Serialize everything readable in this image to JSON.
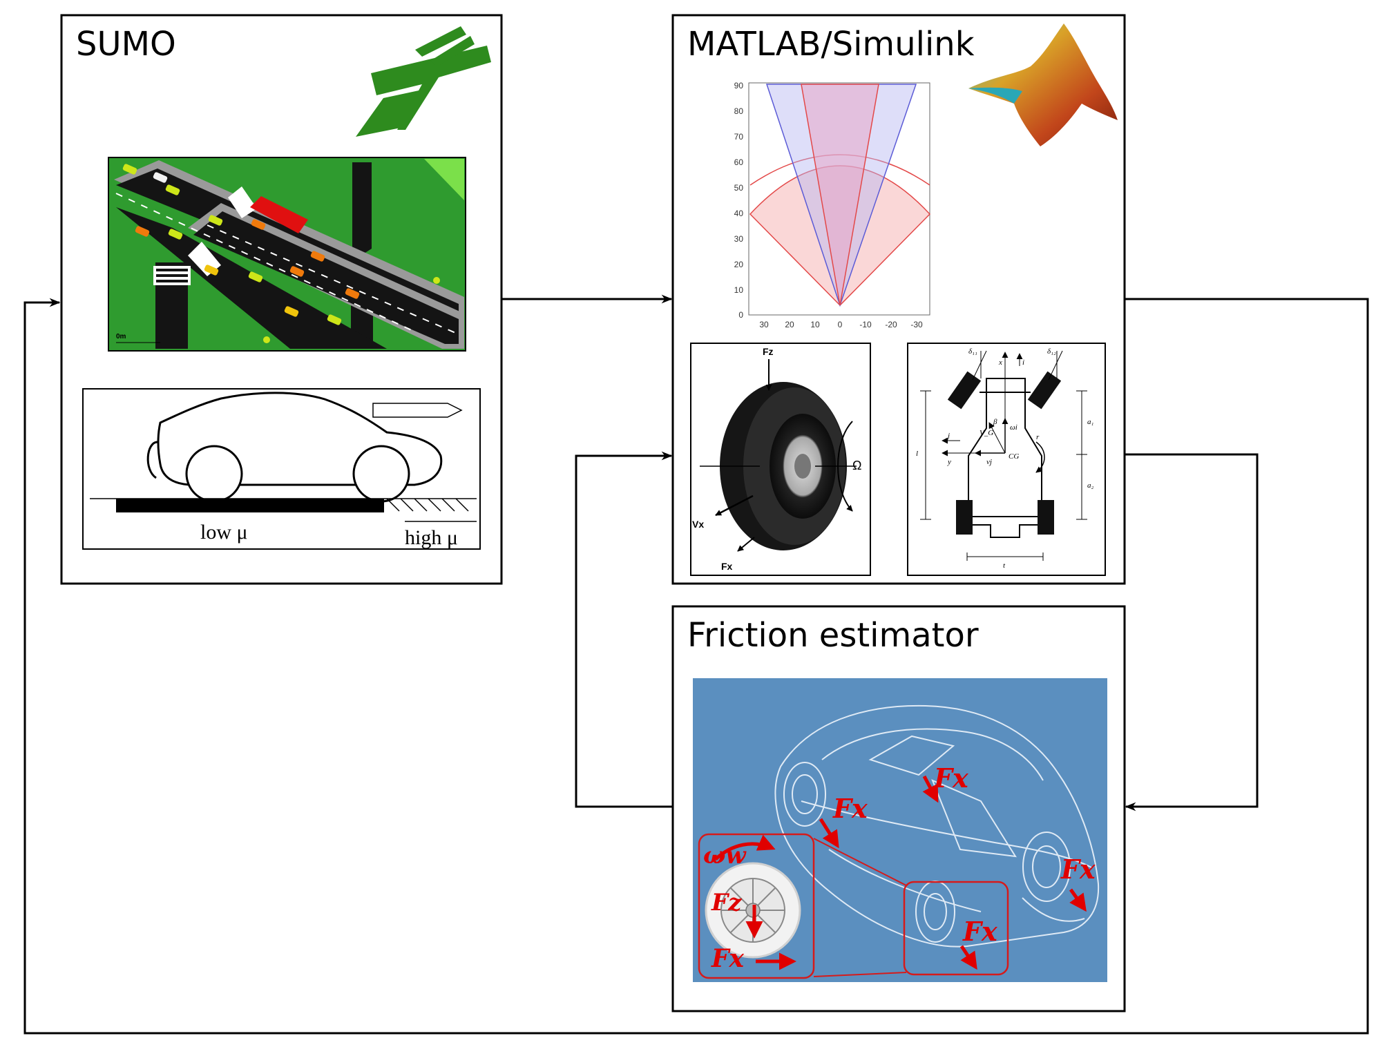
{
  "boxes": {
    "sumo": {
      "title": "SUMO"
    },
    "matlab": {
      "title": "MATLAB/Simulink"
    },
    "friction": {
      "title": "Friction estimator"
    }
  },
  "sumo_scene": {
    "scale_label": "0m"
  },
  "road_surface": {
    "low_label": "low μ",
    "high_label": "high μ"
  },
  "sensor_plot": {
    "y_ticks": [
      "90",
      "80",
      "70",
      "60",
      "50",
      "40",
      "30",
      "20",
      "10",
      "0"
    ],
    "x_ticks": [
      "30",
      "20",
      "10",
      "0",
      "-10",
      "-20",
      "-30"
    ]
  },
  "tire_panel": {
    "fz": "Fz",
    "vx": "Vx",
    "fx": "Fx",
    "omega": "Ω"
  },
  "vehicle_model": {
    "delta1": "δ₁₁",
    "delta2": "δ₁₂",
    "x": "x",
    "i": "i",
    "j": "j",
    "y": "y",
    "vg": "V_G",
    "beta": "β",
    "wi": "ωi",
    "vj": "vj",
    "r": "r",
    "cg": "CG",
    "a1": "a₁",
    "a2": "a₂",
    "l": "l",
    "t": "t"
  },
  "friction_scene": {
    "omega_w": "ωw",
    "fz": "Fz",
    "fx_labels": [
      "Fx",
      "Fx",
      "Fx",
      "Fx",
      "Fx"
    ]
  },
  "colors": {
    "sumo_green": "#2e8b1e",
    "grass": "#2f9b2f",
    "road": "#1a1a1a",
    "matlab_blue": "#5b7fd6",
    "matlab_red": "#e34848",
    "friction_bg": "#5b8fbf",
    "force_red": "#e00000"
  },
  "icons": [
    "sumo-logo-icon",
    "matlab-logo-icon"
  ]
}
